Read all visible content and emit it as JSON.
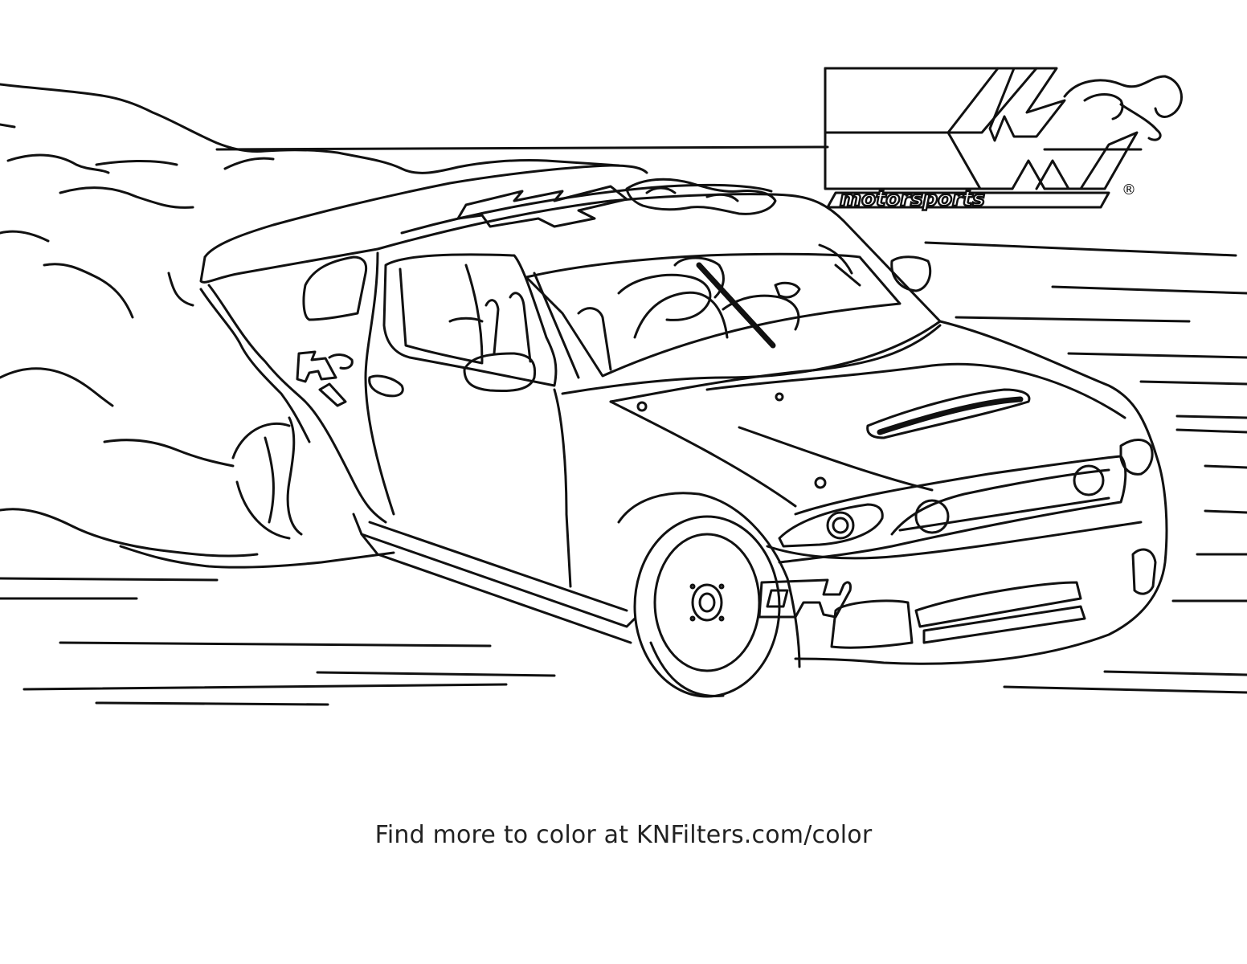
{
  "footer": {
    "text": "Find more to color at KNFilters.com/color"
  },
  "logo": {
    "letters_top": "K&",
    "letters_bottom": "N",
    "sub": "motorsports",
    "reg": "®"
  },
  "decals": {
    "roof": "K&N",
    "door": "K&N",
    "bumper": "K&N"
  },
  "colors": {
    "line": "#111111",
    "paper": "#ffffff"
  }
}
